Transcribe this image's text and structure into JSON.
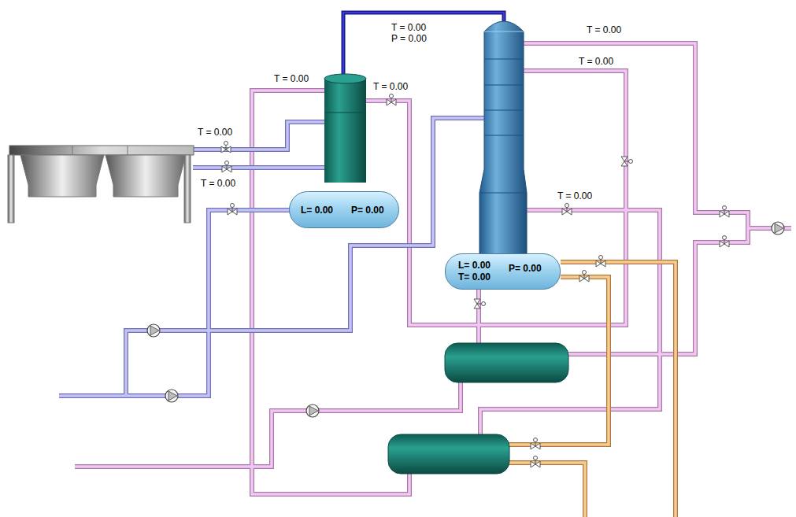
{
  "diagram": {
    "nodes": [
      {
        "text": [
          "L= 0.00",
          "P= 0.00"
        ]
      },
      {
        "text": [
          "L= 0.00",
          "P= 0.00",
          "T= 0.00"
        ]
      }
    ],
    "labels": [
      "T = 0.00",
      "P = 0.00",
      "T = 0.00",
      "T = 0.00",
      "T = 0.00",
      "T = 0.00",
      "T = 0.00",
      "T = 0.00",
      "T = 0.00"
    ]
  }
}
